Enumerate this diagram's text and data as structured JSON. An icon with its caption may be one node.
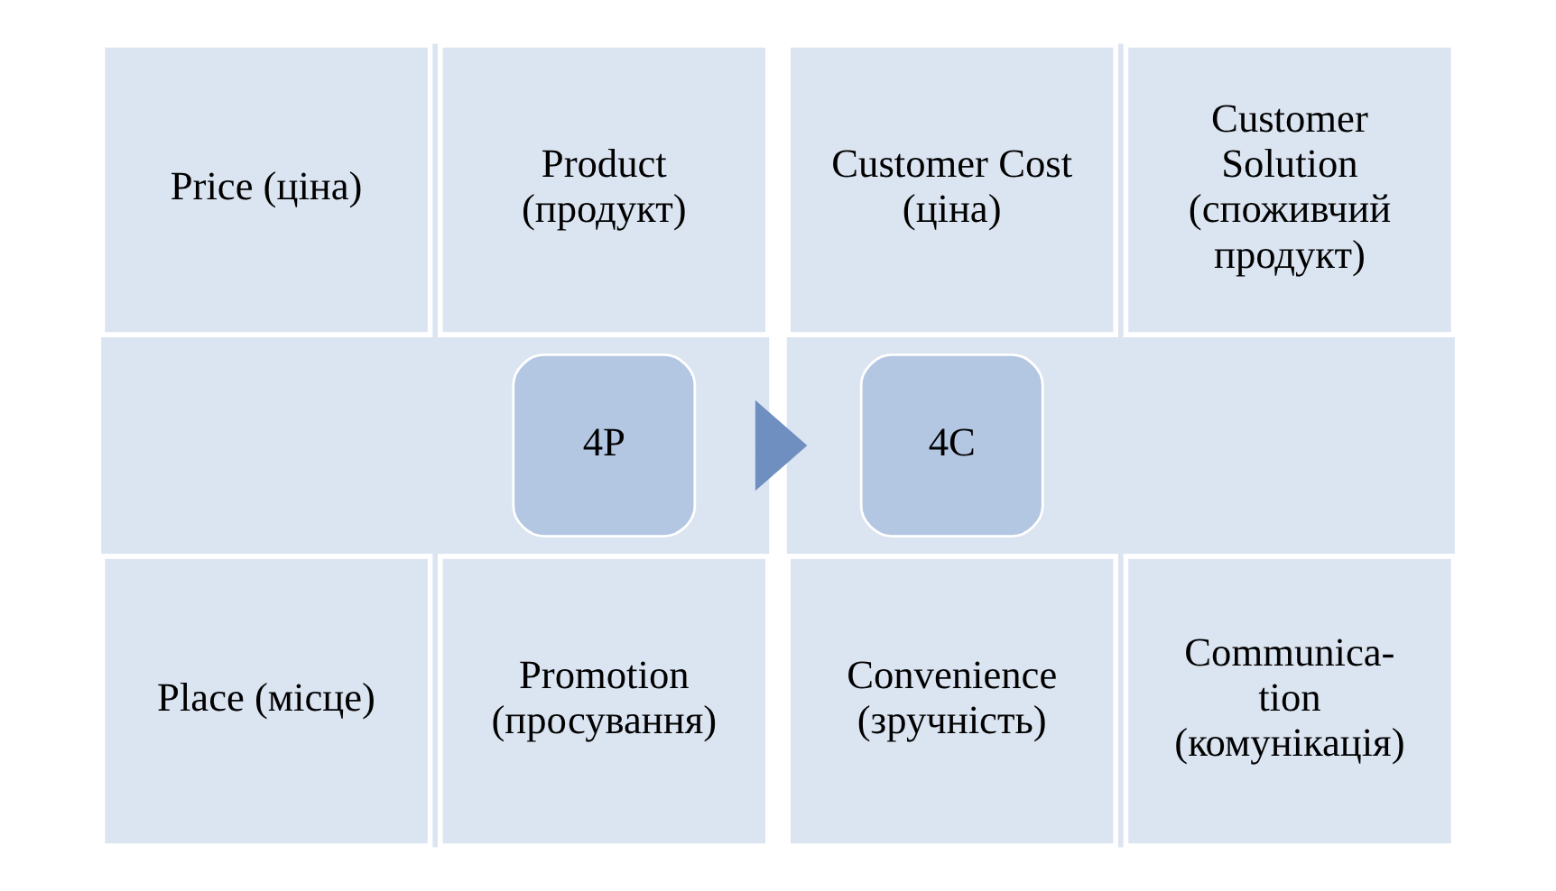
{
  "diagram": {
    "nodes": [
      {
        "text": [],
        "shape": "box"
      },
      {
        "text": [
          "Product (продукт)"
        ],
        "in": 0
      },
      {
        "text": [
          "Price (ціна)"
        ],
        "in": 0
      },
      {
        "text": [
          "4P"
        ],
        "in": 0
      },
      {
        "text": [
          "Place (місце)"
        ],
        "in": 0
      },
      {
        "text": [
          "Promotion (просування)"
        ],
        "in": 0
      },
      {
        "text": [],
        "shape": "box"
      },
      {
        "text": [
          "Customer Solution (споживчий продукт)"
        ],
        "in": 6
      },
      {
        "text": [
          "Customer Cost (ціна)"
        ],
        "in": 6
      },
      {
        "text": [
          "4C"
        ],
        "in": 6
      },
      {
        "text": [
          "Convenience (зручність)"
        ],
        "in": 6
      },
      {
        "text": [
          "Communica- tion (комунікація)"
        ],
        "in": 6
      }
    ],
    "edges": [
      {
        "from": 0,
        "to": 6,
        "arrow": "to",
        "style": "thick"
      }
    ]
  }
}
